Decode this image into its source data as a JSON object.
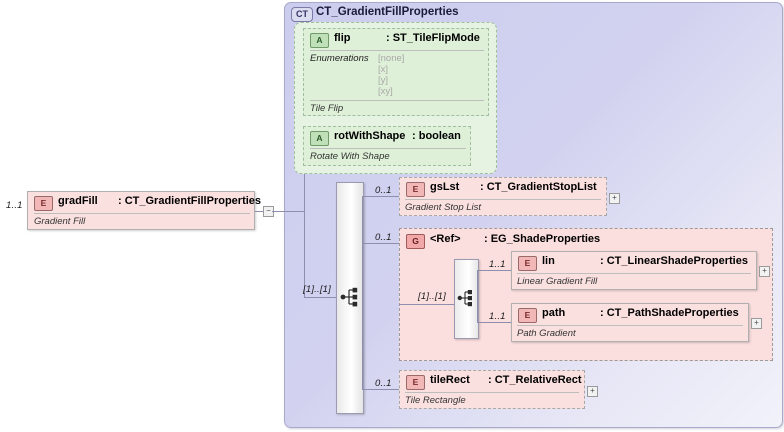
{
  "diagram": {
    "kind": "xsd-schema-diagram",
    "root_element": {
      "badge": "E",
      "badge_title": "element",
      "name": "gradFill",
      "type": ": CT_GradientFillProperties",
      "documentation": "Gradient Fill",
      "occurrence": "1..1",
      "toggle": "−"
    },
    "complex_type": {
      "badge": "CT",
      "badge_title": "complexType",
      "title": "CT_GradientFillProperties"
    },
    "attributes": [
      {
        "badge": "A",
        "badge_title": "attribute",
        "name": "flip",
        "type": ": ST_TileFlipMode",
        "enum_label": "Enumerations",
        "enum_values": [
          "[none]",
          "[x]",
          "[y]",
          "[xy]"
        ],
        "documentation": "Tile Flip"
      },
      {
        "badge": "A",
        "badge_title": "attribute",
        "name": "rotWithShape",
        "type": ": boolean",
        "documentation": "Rotate With Shape"
      }
    ],
    "outer_compositor": {
      "type": "sequence",
      "occurrence": "[1]..[1]"
    },
    "inner_compositor": {
      "type": "sequence",
      "occurrence": "[1]..[1]"
    },
    "children": [
      {
        "badge": "E",
        "badge_title": "element",
        "name": "gsLst",
        "type": ": CT_GradientStopList",
        "documentation": "Gradient Stop List",
        "occurrence": "0..1",
        "toggle": "+"
      },
      {
        "badge": "G",
        "badge_title": "group",
        "name": "<Ref>",
        "type": ": EG_ShadeProperties",
        "occurrence": "0..1",
        "members": [
          {
            "badge": "E",
            "badge_title": "element",
            "name": "lin",
            "type": ": CT_LinearShadeProperties",
            "documentation": "Linear Gradient Fill",
            "occurrence": "1..1",
            "toggle": "+"
          },
          {
            "badge": "E",
            "badge_title": "element",
            "name": "path",
            "type": ": CT_PathShadeProperties",
            "documentation": "Path Gradient",
            "occurrence": "1..1",
            "toggle": "+"
          }
        ]
      },
      {
        "badge": "E",
        "badge_title": "element",
        "name": "tileRect",
        "type": ": CT_RelativeRect",
        "documentation": "Tile Rectangle",
        "occurrence": "0..1",
        "toggle": "+"
      }
    ],
    "colors": {
      "element_fill": "#fbe0e0",
      "attribute_fill": "#dff0d8",
      "complextype_fill": "#d2d2f0",
      "group_fill": "#fbdede",
      "line": "#8e8eae"
    }
  }
}
